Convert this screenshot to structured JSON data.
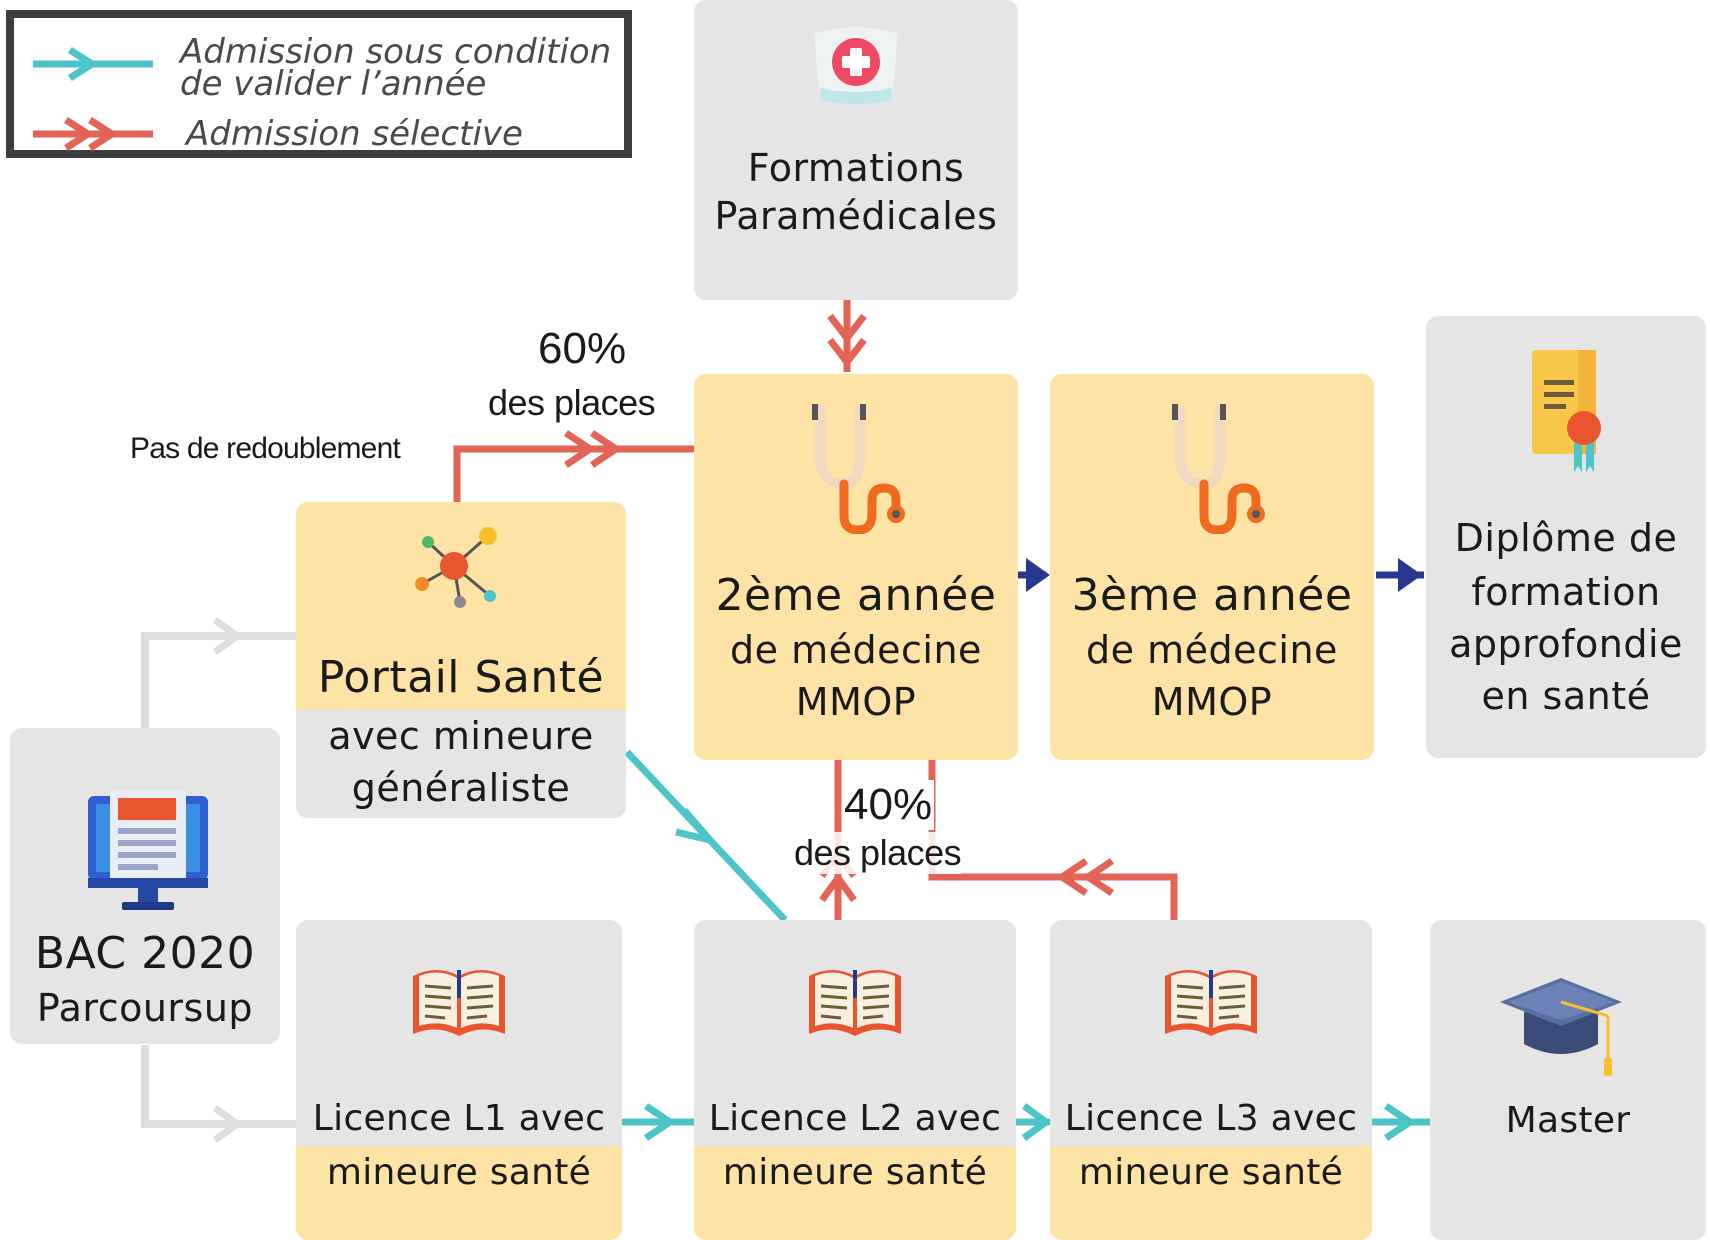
{
  "legend": {
    "conditional_line1": "Admission sous condition",
    "conditional_line2": "de valider l’année",
    "selective": "Admission sélective"
  },
  "colors": {
    "teal": "#4cc4c8",
    "red": "#e36456",
    "navy": "#27398e",
    "grey_arrow": "#dedede",
    "yellow_box": "#fde4a6",
    "grey_box": "#e5e5e5"
  },
  "nodes": {
    "paramedical": {
      "line1": "Formations",
      "line2": "Paramédicales",
      "icon": "nurse-cap-icon"
    },
    "portail": {
      "title": "Portail Santé",
      "line1": "avec mineure",
      "line2": "généraliste",
      "icon": "molecule-icon"
    },
    "y2": {
      "line1": "2ème année",
      "line2": "de médecine",
      "line3": "MMOP",
      "icon": "stethoscope-icon"
    },
    "y3": {
      "line1": "3ème année",
      "line2": "de médecine",
      "line3": "MMOP",
      "icon": "stethoscope-icon"
    },
    "diplome": {
      "line1": "Diplôme de",
      "line2": "formation",
      "line3": "approfondie",
      "line4": "en santé",
      "icon": "certificate-icon"
    },
    "bac": {
      "line1": "BAC 2020",
      "line2": "Parcoursup",
      "icon": "computer-monitor-icon"
    },
    "l1": {
      "line1": "Licence L1 avec",
      "line2": "mineure santé",
      "icon": "open-book-icon"
    },
    "l2": {
      "line1": "Licence L2 avec",
      "line2": "mineure santé",
      "icon": "open-book-icon"
    },
    "l3": {
      "line1": "Licence L3 avec",
      "line2": "mineure santé",
      "icon": "open-book-icon"
    },
    "master": {
      "line1": "Master",
      "icon": "graduation-cap-icon"
    }
  },
  "labels": {
    "pct60": "60%",
    "places60": "des places",
    "no_repeat": "Pas de redoublement",
    "pct40": "40%",
    "places40": "des places"
  }
}
